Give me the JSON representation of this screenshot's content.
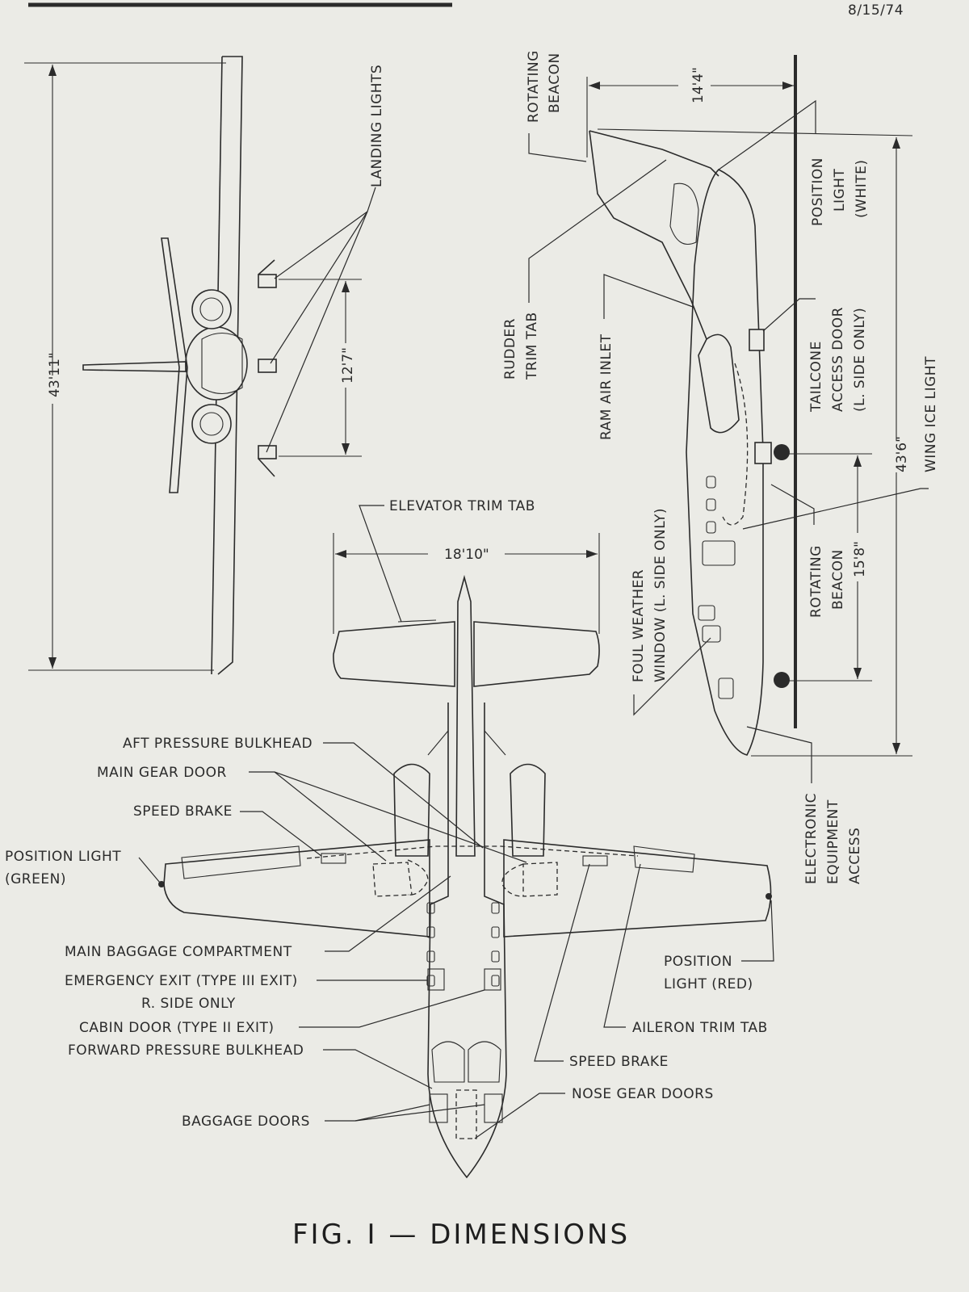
{
  "date": "8/15/74",
  "title": "FIG. I — DIMENSIONS",
  "dimensions": {
    "wingspan": "43'11\"",
    "landing_light_spacing": "12'7\"",
    "tail_height": "14'4\"",
    "length": "43'6\"",
    "wheelbase": "15'8\"",
    "stabilizer_span": "18'10\""
  },
  "labels": {
    "landing_lights": "LANDING LIGHTS",
    "rotating_beacon_top": [
      "ROTATING",
      "BEACON"
    ],
    "position_light_white": [
      "POSITION",
      "LIGHT",
      "(WHITE)"
    ],
    "rudder_trim_tab": [
      "RUDDER",
      "TRIM TAB"
    ],
    "ram_air_inlet": "RAM AIR INLET",
    "tailcone_access_door": [
      "TAILCONE",
      "ACCESS DOOR",
      "(L. SIDE ONLY)"
    ],
    "wing_ice_light": "WING ICE LIGHT",
    "elevator_trim_tab": "ELEVATOR TRIM TAB",
    "foul_weather_window": [
      "FOUL WEATHER",
      "WINDOW (L. SIDE ONLY)"
    ],
    "rotating_beacon_bottom": [
      "ROTATING",
      "BEACON"
    ],
    "electronic_equipment_access": [
      "ELECTRONIC",
      "EQUIPMENT",
      "ACCESS"
    ],
    "aft_pressure_bulkhead": "AFT PRESSURE BULKHEAD",
    "main_gear_door": "MAIN GEAR DOOR",
    "speed_brake_left": "SPEED BRAKE",
    "position_light_green": [
      "POSITION LIGHT",
      "(GREEN)"
    ],
    "main_baggage_compartment": "MAIN BAGGAGE COMPARTMENT",
    "emergency_exit": [
      "EMERGENCY EXIT (TYPE III EXIT)",
      "R. SIDE ONLY"
    ],
    "position_light_red": [
      "POSITION",
      "LIGHT (RED)"
    ],
    "cabin_door": "CABIN DOOR (TYPE II EXIT)",
    "aileron_trim_tab": "AILERON TRIM TAB",
    "forward_pressure_bulkhead": "FORWARD PRESSURE BULKHEAD",
    "speed_brake_right": "SPEED BRAKE",
    "nose_gear_doors": "NOSE GEAR DOORS",
    "baggage_doors": "BAGGAGE DOORS"
  }
}
